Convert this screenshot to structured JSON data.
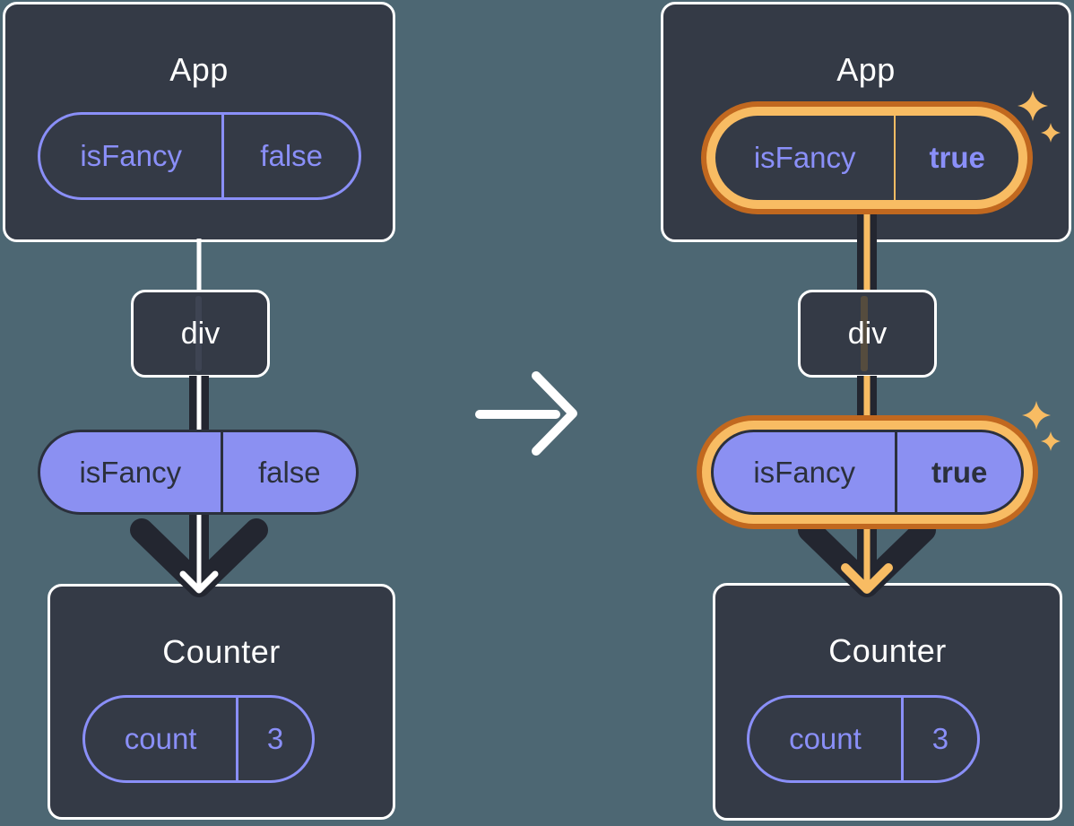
{
  "colors": {
    "background": "#4D6773",
    "box_fill": "#343A46",
    "box_border": "#FFFFFF",
    "purple": "#8A8FF8",
    "purple_fill": "#8B90F2",
    "dark_line": "#232630",
    "dark_text": "#2B303C",
    "orange_dark": "#C1681F",
    "orange_light": "#F8BC63",
    "white": "#FFFFFF"
  },
  "transition": {
    "icon": "arrow-right-icon"
  },
  "decorations": {
    "sparkles": "sparkles-icon"
  },
  "before": {
    "app": {
      "title": "App",
      "prop": {
        "key": "isFancy",
        "value": "false"
      }
    },
    "container": {
      "label": "div"
    },
    "passed_prop": {
      "key": "isFancy",
      "value": "false"
    },
    "counter": {
      "title": "Counter",
      "state": {
        "key": "count",
        "value": "3"
      }
    }
  },
  "after": {
    "app": {
      "title": "App",
      "prop": {
        "key": "isFancy",
        "value": "true"
      }
    },
    "container": {
      "label": "div"
    },
    "passed_prop": {
      "key": "isFancy",
      "value": "true"
    },
    "counter": {
      "title": "Counter",
      "state": {
        "key": "count",
        "value": "3"
      }
    }
  }
}
